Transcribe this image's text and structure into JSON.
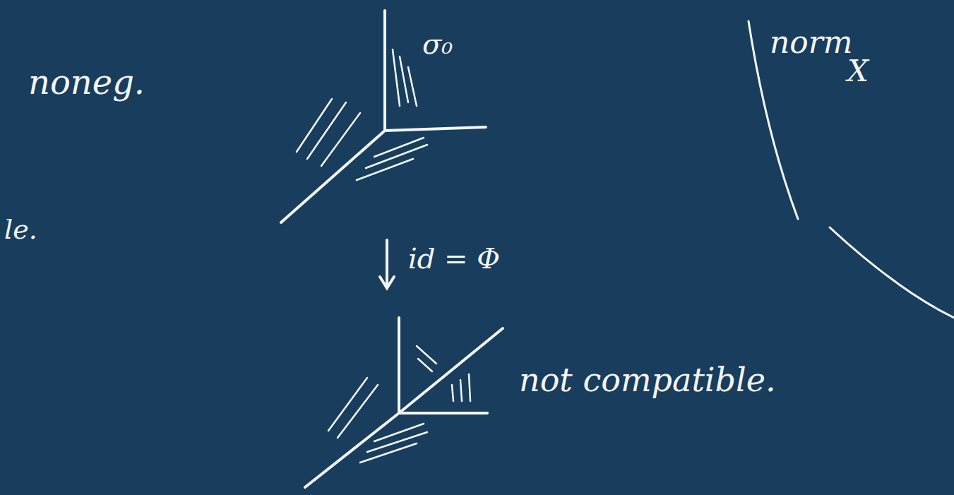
{
  "diagram": {
    "labels": [
      "noneg.",
      "σ₀",
      "norm",
      "X",
      "le.",
      "id = Φ",
      "not compatible."
    ]
  }
}
